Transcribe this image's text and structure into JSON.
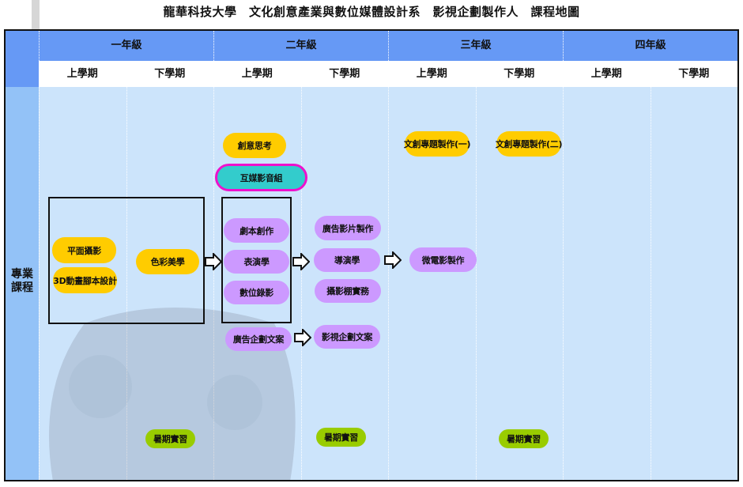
{
  "title": "龍華科技大學　文化創意產業與數位媒體設計系　影視企劃製作人　課程地圖",
  "years": [
    "一年級",
    "二年級",
    "三年級",
    "四年級"
  ],
  "semesters": [
    "上學期",
    "下學期",
    "上學期",
    "下學期",
    "上學期",
    "下學期",
    "上學期",
    "下學期"
  ],
  "category": "專業課程",
  "courses": {
    "creative_thinking": "創意思考",
    "media_group": "互媒影音組",
    "photography": "平面攝影",
    "storyboard_3d": "3D動畫腳本設計",
    "color_aesthetics": "色彩美學",
    "screenwriting": "劇本創作",
    "acting": "表演學",
    "digital_recording": "數位錄影",
    "ad_copywriting": "廣告企劃文案",
    "ad_film": "廣告影片製作",
    "directing": "導演學",
    "studio_practice": "攝影棚實務",
    "film_copywriting": "影視企劃文案",
    "micro_film": "微電影製作",
    "project_1": "文創專題製作(一)",
    "project_2": "文創專題製作(二)",
    "internship": "暑期實習"
  },
  "colors": {
    "header": "#6699f5",
    "body": "#cce4fb",
    "required": "#ffcc00",
    "course": "#cc99ff",
    "internship": "#99cc00",
    "group": "#33cccc",
    "group_border": "#ee11cc"
  }
}
